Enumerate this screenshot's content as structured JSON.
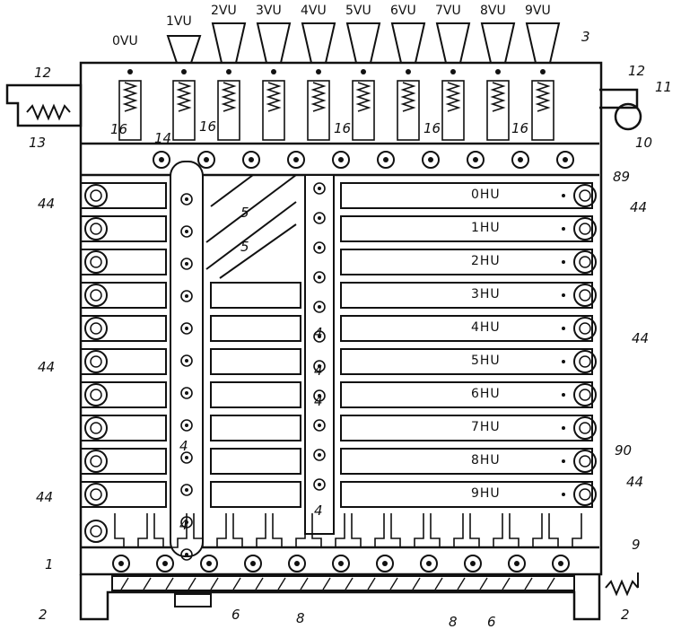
{
  "colors": {
    "ink": "#111111",
    "paper": "#ffffff"
  },
  "vertical_units": [
    "0VU",
    "1VU",
    "2VU",
    "3VU",
    "4VU",
    "5VU",
    "6VU",
    "7VU",
    "8VU",
    "9VU"
  ],
  "horizontal_units": [
    "0HU",
    "1HU",
    "2HU",
    "3HU",
    "4HU",
    "5HU",
    "6HU",
    "7HU",
    "8HU",
    "9HU"
  ],
  "ref_numerals": {
    "r1": "1",
    "r2a": "2",
    "r2b": "2",
    "r3": "3",
    "r4a": "4",
    "r4b": "4",
    "r4c": "4",
    "r4d": "4",
    "r4e": "4",
    "r4f": "4",
    "r5a": "5",
    "r5b": "5",
    "r6a": "6",
    "r6b": "6",
    "r8a": "8",
    "r8b": "8",
    "r9": "9",
    "r10": "10",
    "r11": "11",
    "r12a": "12",
    "r12b": "12",
    "r13": "13",
    "r14": "14",
    "r16a": "16",
    "r16b": "16",
    "r16c": "16",
    "r16d": "16",
    "r16e": "16",
    "r44a": "44",
    "r44b": "44",
    "r44c": "44",
    "r44d": "44",
    "r44e": "44",
    "r44f": "44",
    "r89": "89",
    "r90": "90"
  }
}
